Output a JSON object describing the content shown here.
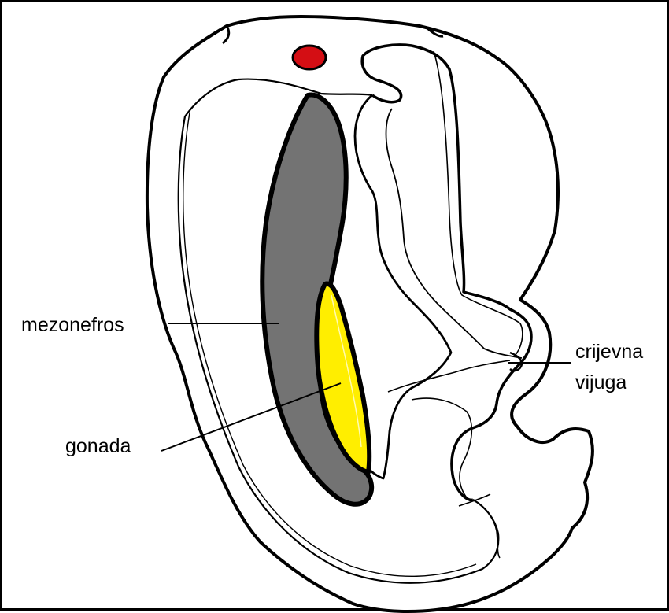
{
  "labels": {
    "mesonephros": "mezonefros",
    "gonad": "gonada",
    "gut_loop_line1": "crijevna",
    "gut_loop_line2": "vijuga"
  },
  "colors": {
    "mesonephros": "#737373",
    "gonad": "#ffee00",
    "dot": "#d40e14",
    "outline": "#000000",
    "background": "#ffffff"
  }
}
